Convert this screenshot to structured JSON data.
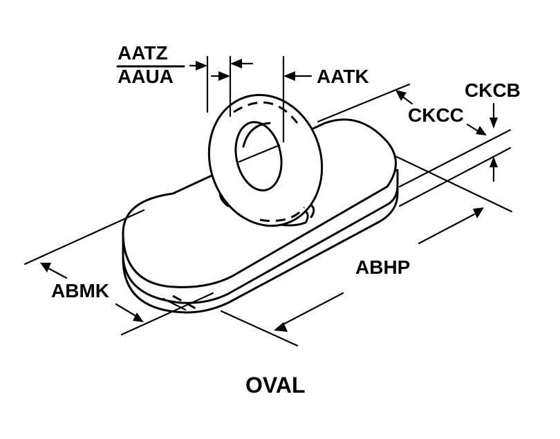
{
  "diagram": {
    "labels": {
      "aatz": "AATZ",
      "aaua": "AAUA",
      "aatk": "AATK",
      "ckcb": "CKCB",
      "ckcc": "CKCC",
      "abhp": "ABHP",
      "abmk": "ABMK"
    },
    "caption": "OVAL"
  }
}
